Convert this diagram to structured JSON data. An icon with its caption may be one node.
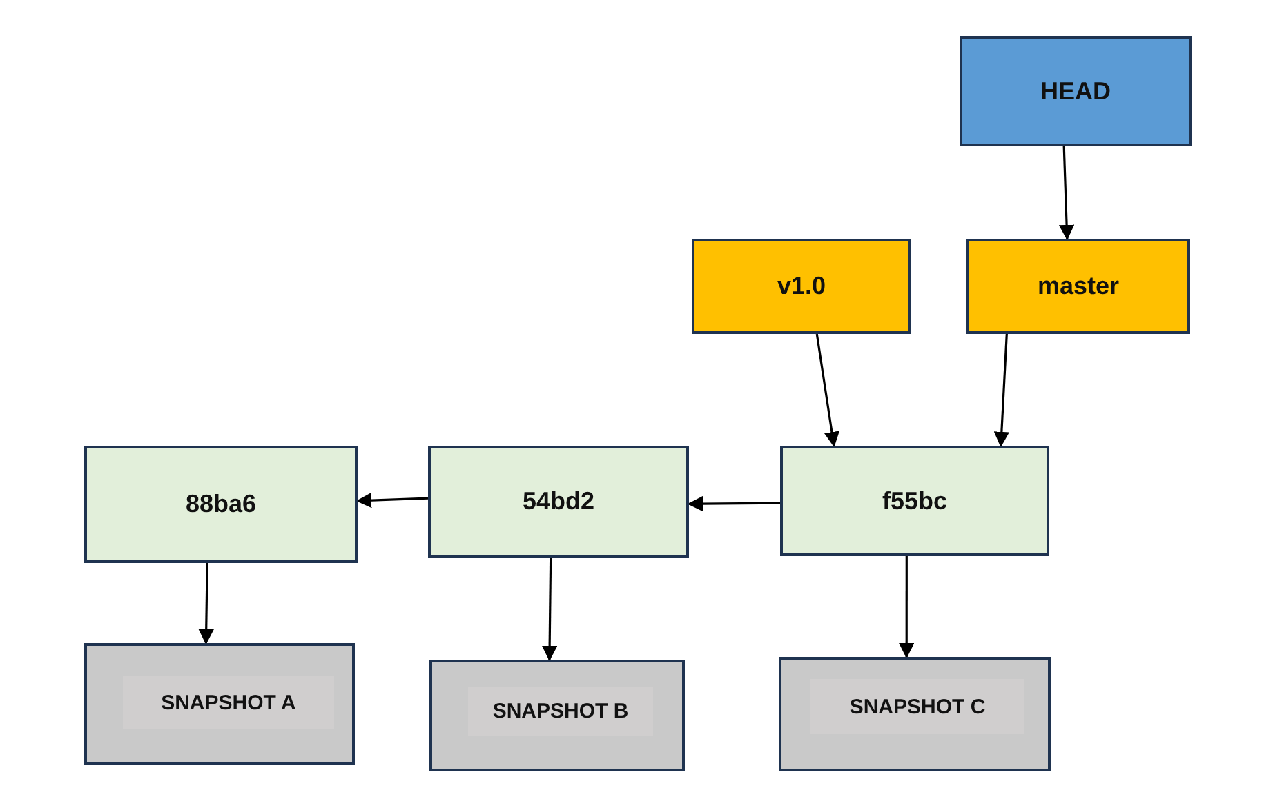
{
  "diagram": {
    "nodes": [
      {
        "text": [
          "HEAD"
        ]
      },
      {
        "text": [
          "v1.0"
        ]
      },
      {
        "text": [
          "master"
        ]
      },
      {
        "text": [
          "88ba6"
        ]
      },
      {
        "text": [
          "54bd2"
        ]
      },
      {
        "text": [
          "f55bc"
        ]
      },
      {
        "text": [],
        "shape": "box"
      },
      {
        "text": [
          "SNAPSHOT A"
        ],
        "in": 6
      },
      {
        "text": [],
        "shape": "box"
      },
      {
        "text": [
          "SNAPSHOT B"
        ],
        "in": 8
      },
      {
        "text": [],
        "shape": "box"
      },
      {
        "text": [
          "SNAPSHOT C"
        ],
        "in": 10
      }
    ],
    "edges": [
      {
        "from": 0,
        "to": 2,
        "arrow": "to"
      },
      {
        "from": 1,
        "to": 5,
        "arrow": "to"
      },
      {
        "from": 2,
        "to": 5,
        "arrow": "to"
      },
      {
        "from": 5,
        "to": 4,
        "arrow": "to"
      },
      {
        "from": 4,
        "to": 3,
        "arrow": "to"
      },
      {
        "from": 3,
        "to": 6,
        "arrow": "to"
      },
      {
        "from": 4,
        "to": 8,
        "arrow": "to"
      },
      {
        "from": 5,
        "to": 10,
        "arrow": "to"
      }
    ]
  }
}
